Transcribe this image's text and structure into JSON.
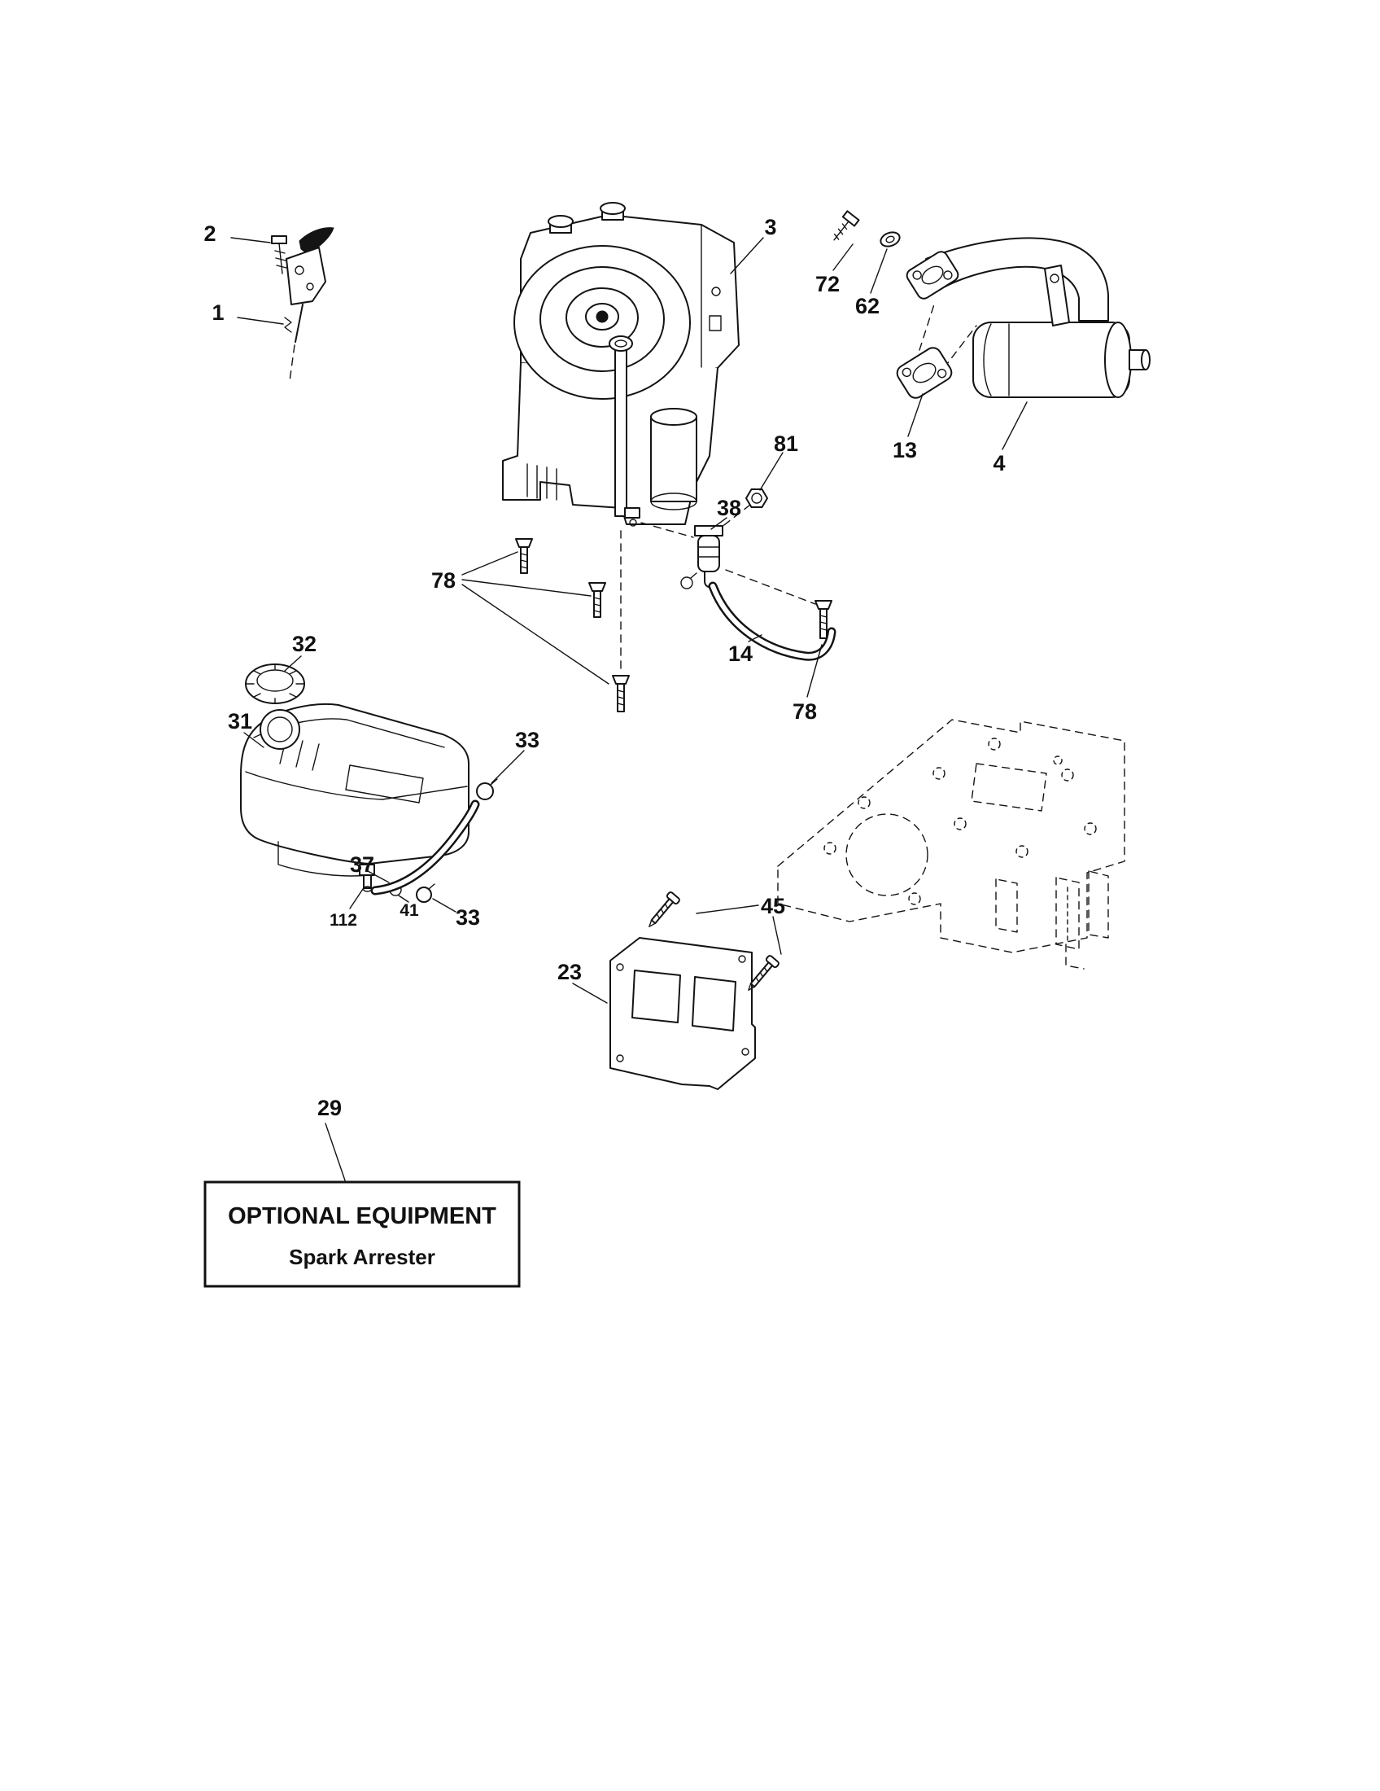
{
  "diagram": {
    "colors": {
      "background": "#ffffff",
      "line": "#141414"
    },
    "labels": {
      "l1": {
        "text": "1"
      },
      "l2": {
        "text": "2"
      },
      "l3": {
        "text": "3"
      },
      "l4": {
        "text": "4"
      },
      "l13": {
        "text": "13"
      },
      "l14": {
        "text": "14"
      },
      "l23": {
        "text": "23"
      },
      "l29": {
        "text": "29"
      },
      "l31": {
        "text": "31"
      },
      "l32": {
        "text": "32"
      },
      "l33a": {
        "text": "33"
      },
      "l33b": {
        "text": "33"
      },
      "l37": {
        "text": "37"
      },
      "l38": {
        "text": "38"
      },
      "l41": {
        "text": "41"
      },
      "l45": {
        "text": "45"
      },
      "l62": {
        "text": "62"
      },
      "l72": {
        "text": "72"
      },
      "l78a": {
        "text": "78"
      },
      "l78b": {
        "text": "78"
      },
      "l81": {
        "text": "81"
      },
      "l112": {
        "text": "112"
      }
    },
    "optional_box": {
      "line1": "OPTIONAL EQUIPMENT",
      "line2": "Spark Arrester"
    }
  }
}
